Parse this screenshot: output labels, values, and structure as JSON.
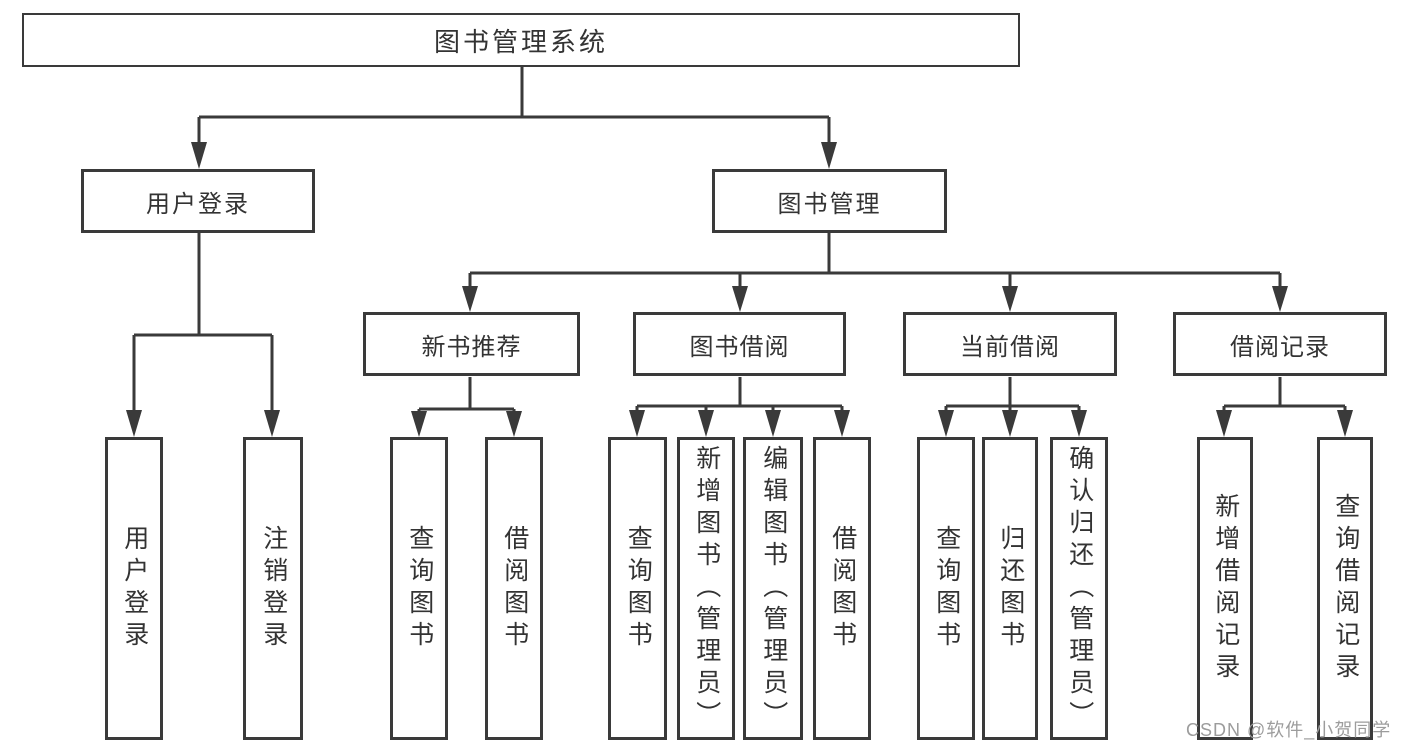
{
  "tree": {
    "root": "图书管理系统",
    "branches": [
      {
        "label": "用户登录",
        "leaves": [
          "用户登录",
          "注销登录"
        ]
      },
      {
        "label": "图书管理",
        "groups": [
          {
            "label": "新书推荐",
            "leaves": [
              "查询图书",
              "借阅图书"
            ]
          },
          {
            "label": "图书借阅",
            "leaves": [
              "查询图书",
              "新增图书（管理员）",
              "编辑图书（管理员）",
              "借阅图书"
            ]
          },
          {
            "label": "当前借阅",
            "leaves": [
              "查询图书",
              "归还图书",
              "确认归还（管理员）"
            ]
          },
          {
            "label": "借阅记录",
            "leaves": [
              "新增借阅记录",
              "查询借阅记录"
            ]
          }
        ]
      }
    ]
  },
  "watermark": {
    "text": "CSDN @软件_小贺同学"
  },
  "colors": {
    "line": "#3a3a3a",
    "text": "#333333",
    "box_fill": "#ffffff",
    "background": "#ffffff",
    "watermark": "#9c9c9c"
  }
}
